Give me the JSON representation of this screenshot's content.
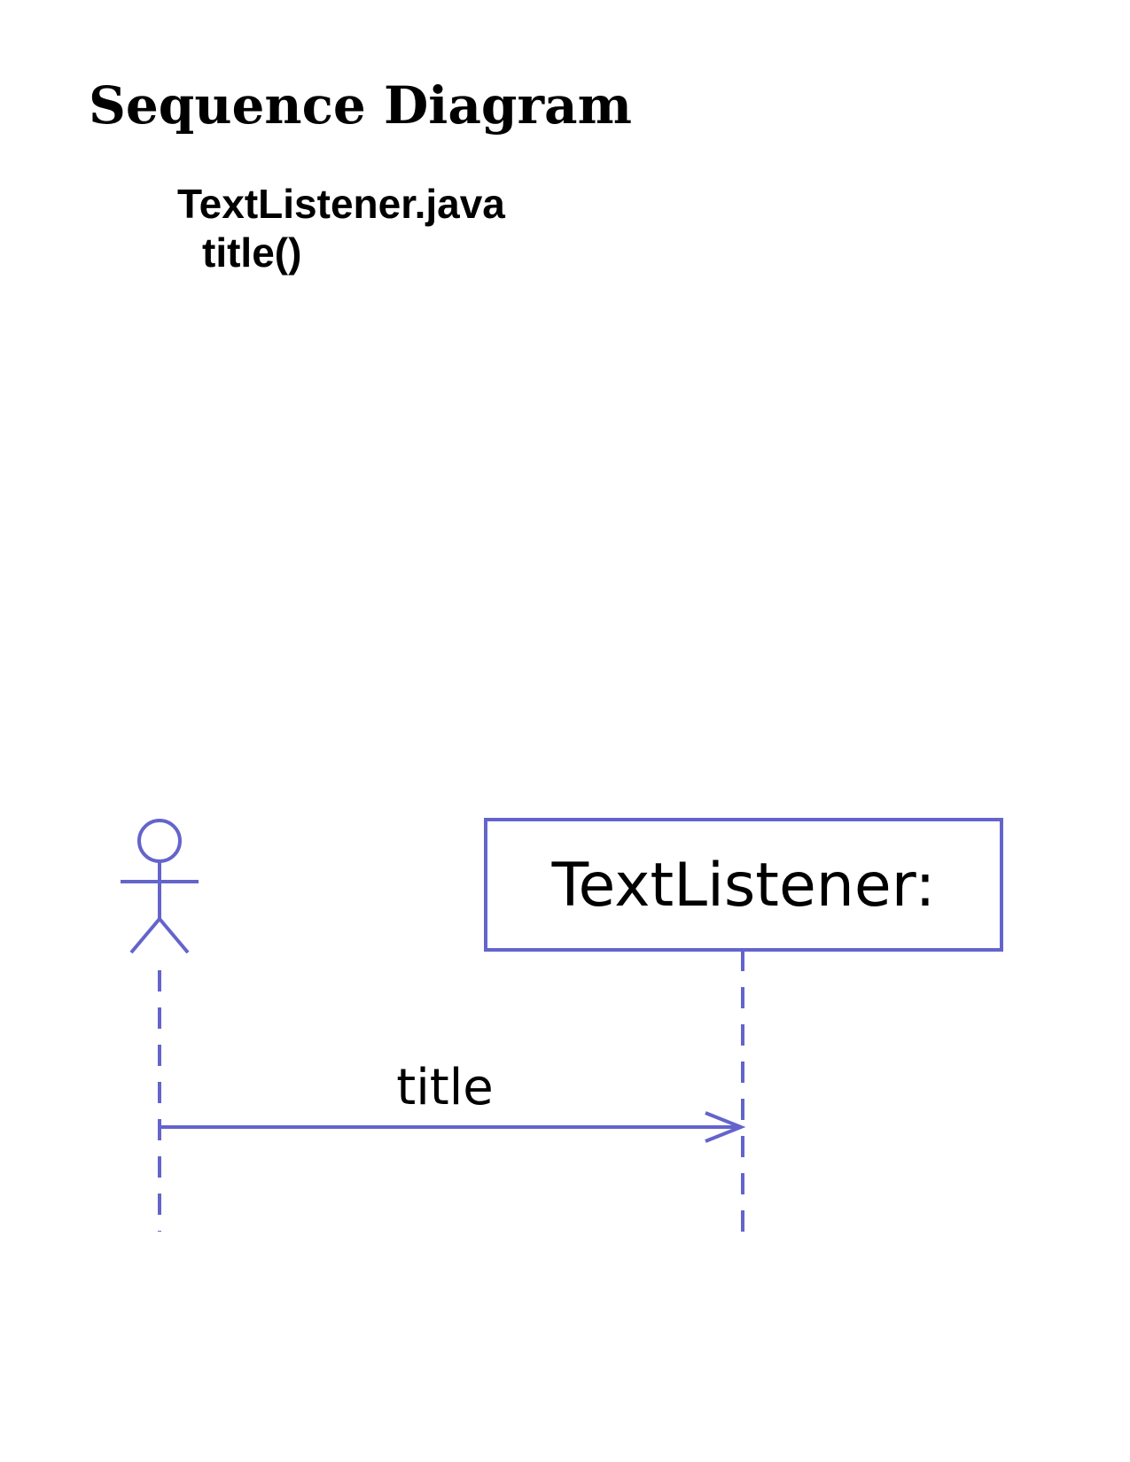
{
  "header": {
    "title": "Sequence Diagram",
    "file_name": "TextListener.java",
    "method_name": "title()"
  },
  "diagram": {
    "type": "sequence",
    "participants": [
      {
        "kind": "actor",
        "label": ""
      },
      {
        "kind": "object",
        "label": "TextListener:"
      }
    ],
    "messages": [
      {
        "from": 0,
        "to": 1,
        "label": "title"
      }
    ]
  },
  "colors": {
    "line": "#6464cc",
    "text": "#000000",
    "background": "#ffffff"
  }
}
